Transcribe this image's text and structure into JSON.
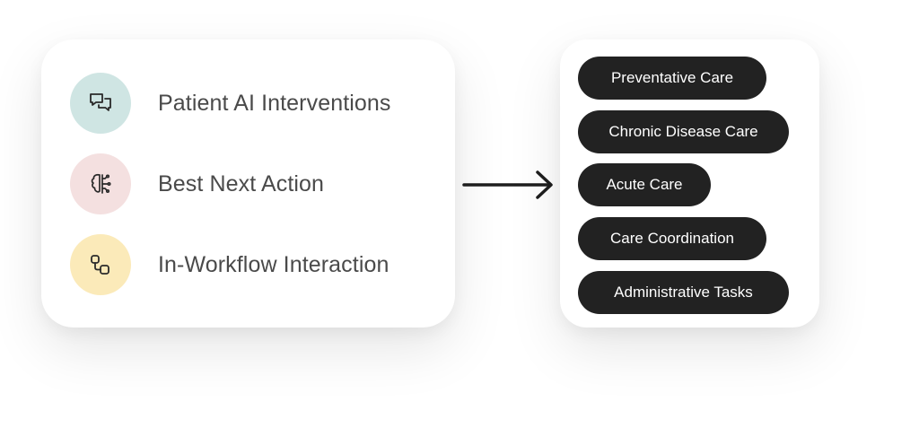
{
  "left_panel": {
    "items": [
      {
        "label": "Patient AI Interventions",
        "icon": "chat-bubbles-icon",
        "color": "#cfe5e3"
      },
      {
        "label": "Best Next Action",
        "icon": "brain-icon",
        "color": "#f4e0e0"
      },
      {
        "label": "In-Workflow Interaction",
        "icon": "workflow-nodes-icon",
        "color": "#fbeab9"
      }
    ]
  },
  "connector": {
    "icon": "arrow-right-icon"
  },
  "right_panel": {
    "items": [
      {
        "label": "Preventative Care"
      },
      {
        "label": "Chronic Disease Care"
      },
      {
        "label": "Acute Care"
      },
      {
        "label": "Care Coordination"
      },
      {
        "label": "Administrative Tasks"
      }
    ],
    "pill_color": "#222222",
    "text_color": "#ffffff"
  }
}
